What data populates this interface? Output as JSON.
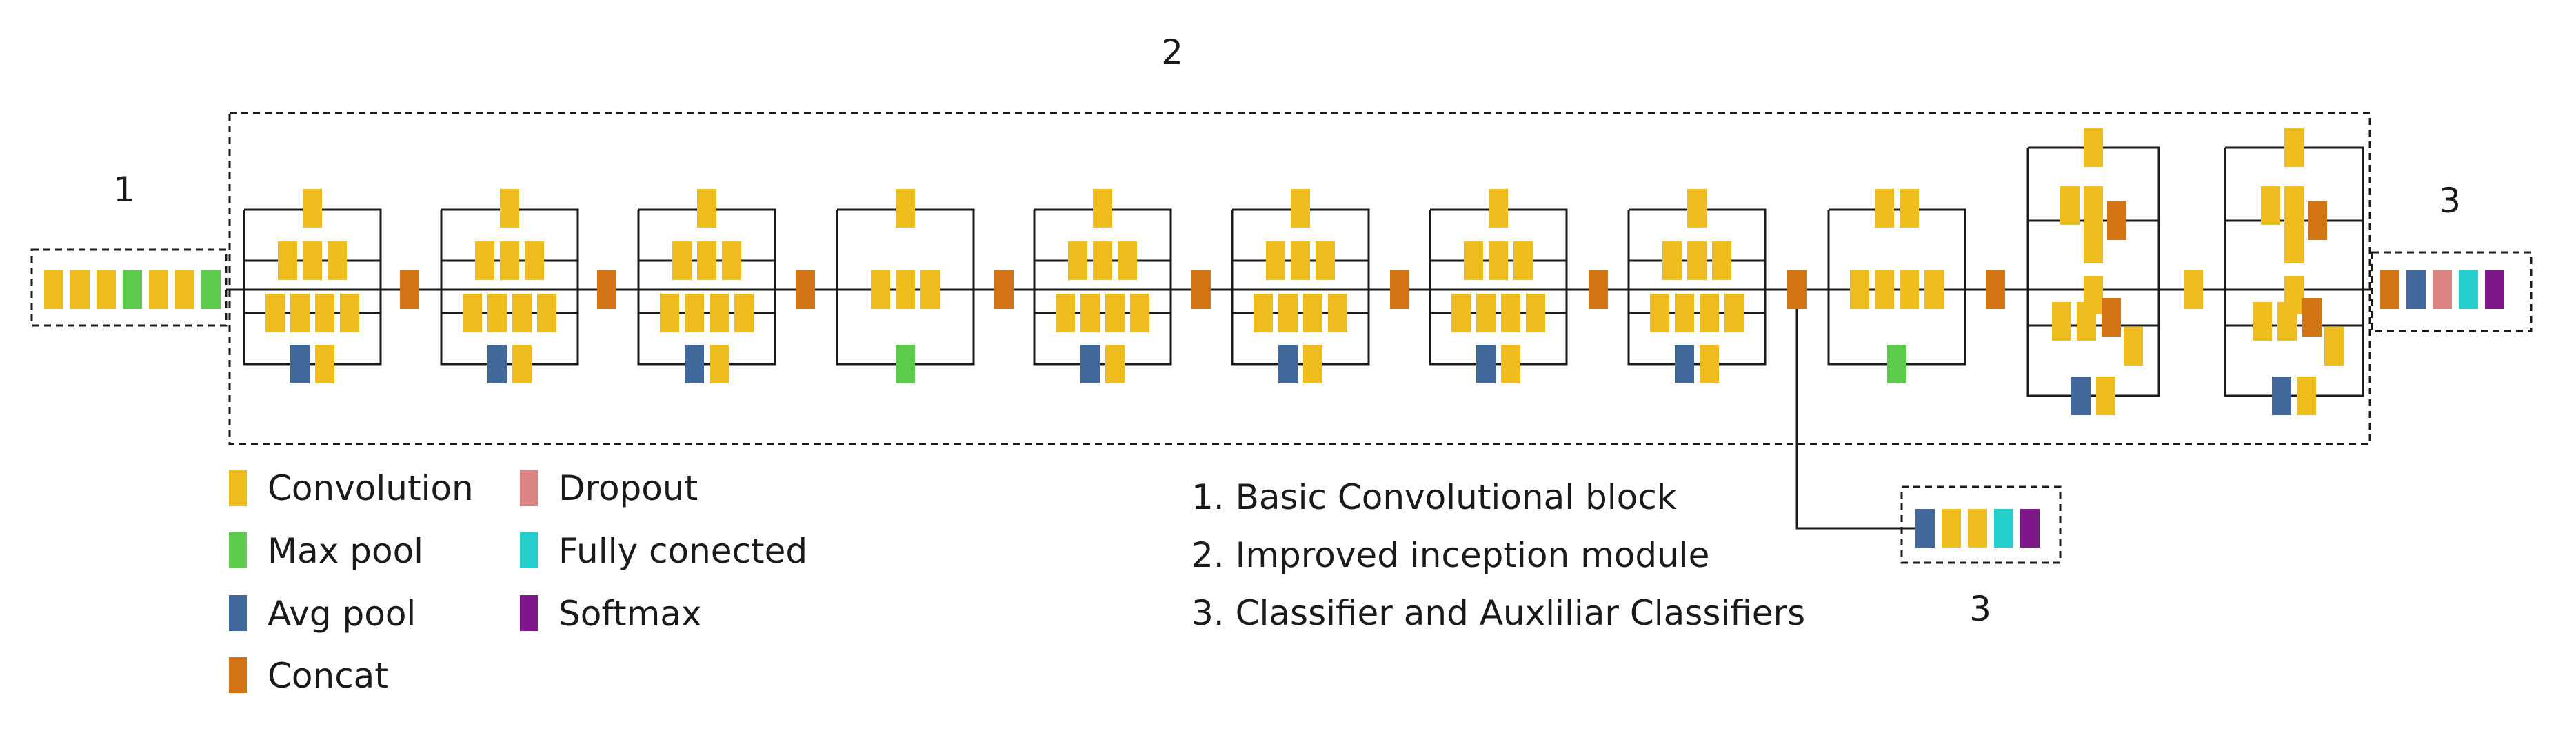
{
  "colors": {
    "convolution": "#F0BD1E",
    "maxpool": "#5DCB4B",
    "avgpool": "#41689A",
    "concat": "#D47314",
    "dropout": "#DB8483",
    "fc": "#26CECD",
    "softmax": "#7E1789",
    "line": "#1a1a1a"
  },
  "regions": {
    "basic": "1",
    "inception": "2",
    "classifier_main": "3",
    "classifier_aux": "3"
  },
  "legend": [
    {
      "key": "convolution",
      "label": "Convolution"
    },
    {
      "key": "maxpool",
      "label": "Max pool"
    },
    {
      "key": "avgpool",
      "label": "Avg pool"
    },
    {
      "key": "concat",
      "label": "Concat"
    },
    {
      "key": "dropout",
      "label": "Dropout"
    },
    {
      "key": "fc",
      "label": "Fully conected"
    },
    {
      "key": "softmax",
      "label": "Softmax"
    }
  ],
  "notes": {
    "n1": "1. Basic Convolutional block",
    "n2": "2. Improved inception module",
    "n3": "3. Classifier and Auxliliar Classifiers"
  }
}
